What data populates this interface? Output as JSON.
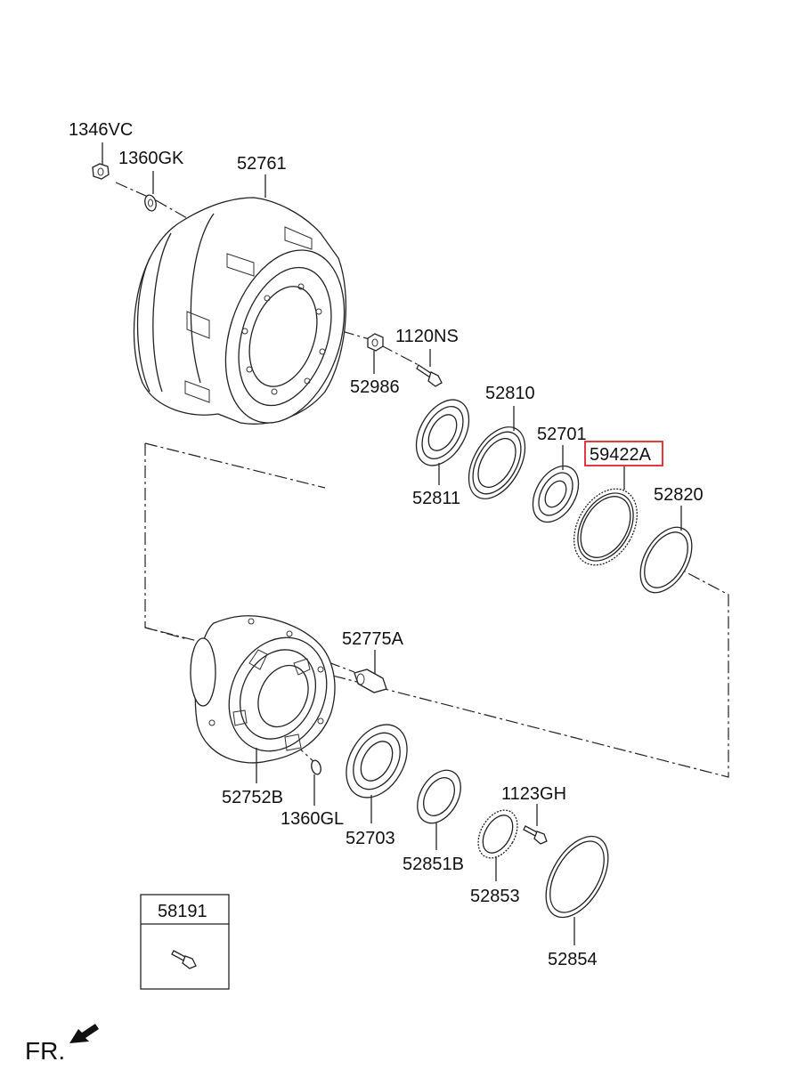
{
  "diagram": {
    "parts": [
      {
        "id": "1346VC"
      },
      {
        "id": "1360GK"
      },
      {
        "id": "52761"
      },
      {
        "id": "1120NS"
      },
      {
        "id": "52986"
      },
      {
        "id": "52810"
      },
      {
        "id": "52811"
      },
      {
        "id": "52701"
      },
      {
        "id": "59422A",
        "highlighted": true
      },
      {
        "id": "52820"
      },
      {
        "id": "52775A"
      },
      {
        "id": "52752B"
      },
      {
        "id": "1360GL"
      },
      {
        "id": "52703"
      },
      {
        "id": "52851B"
      },
      {
        "id": "1123GH"
      },
      {
        "id": "52853"
      },
      {
        "id": "52854"
      }
    ],
    "inset_part": {
      "id": "58191"
    },
    "direction_label": "FR.",
    "highlight_color": "#e0242b"
  }
}
